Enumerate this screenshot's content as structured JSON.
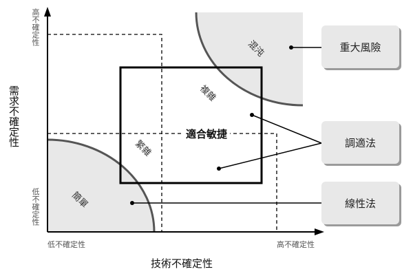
{
  "axes": {
    "y_title": "需求不確定性",
    "y_high": "高不確定性",
    "y_low": "低不確定性",
    "x_title": "技術不確定性",
    "x_low": "低不確定性",
    "x_high": "高不確定性"
  },
  "regions": {
    "simple": "簡單",
    "complicated": "繁雜",
    "complex": "複雜",
    "chaos": "混沌",
    "agile_zone": "適合敏捷"
  },
  "boxes": {
    "high_risk": "重大風險",
    "adaptive": "調適法",
    "linear": "線性法"
  },
  "colors": {
    "region_fill": "#e8e8e8",
    "arc_stroke": "#555555",
    "line": "#000000",
    "box_fill": "#e8e8e8",
    "box_shadow": "#9a9a9a"
  }
}
